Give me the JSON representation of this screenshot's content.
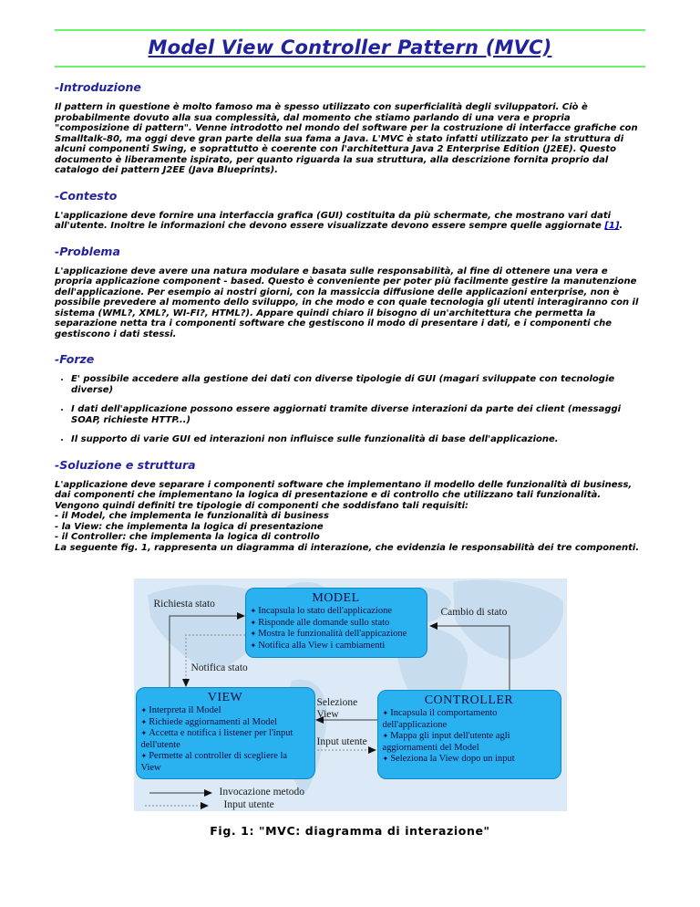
{
  "title": "Model View Controller Pattern (MVC)",
  "colors": {
    "heading_navy": "#22229e",
    "rule_green": "#68f768",
    "link_blue": "#0000cc",
    "box_cyan": "#29b2ef",
    "diagram_bg": "#dbeaf6"
  },
  "sections": {
    "introduzione": {
      "heading": "-Introduzione",
      "body": "Il pattern in questione è molto famoso ma è spesso utilizzato con superficialità degli sviluppatori. Ciò è probabilmente dovuto alla sua complessità, dal momento che stiamo parlando di una vera e propria \"composizione di pattern\". Venne introdotto nel mondo del software per la costruzione di interfacce grafiche con Smalltalk-80, ma oggi deve gran parte della sua fama a Java. L'MVC è stato infatti utilizzato per la struttura di alcuni componenti Swing, e soprattutto è coerente con l'architettura Java 2 Enterprise Edition (J2EE). Questo documento è liberamente ispirato, per quanto riguarda la sua struttura, alla descrizione fornita proprio dal catalogo dei pattern J2EE (Java Blueprints)."
    },
    "contesto": {
      "heading": "-Contesto",
      "body_start": "L'applicazione deve fornire una interfaccia grafica (GUI) costituita da più schermate, che mostrano vari dati all'utente. Inoltre le informazioni che devono essere visualizzate devono essere sempre quelle aggiornate ",
      "link_label": "[1]",
      "body_end": "."
    },
    "problema": {
      "heading": "-Problema",
      "body": "L'applicazione deve avere una natura modulare e basata sulle responsabilità, al fine di ottenere una vera e propria applicazione component - based. Questo è conveniente per poter più facilmente gestire la manutenzione dell'applicazione. Per esempio ai nostri giorni, con la massiccia diffusione delle applicazioni enterprise, non è possibile prevedere al momento dello sviluppo, in che modo e con quale tecnologia gli utenti interagiranno con il sistema (WML?, XML?, WI-FI?, HTML?). Appare quindi chiaro il bisogno di un'architettura che permetta la separazione netta tra i componenti software che gestiscono il modo di presentare i dati, e i componenti che gestiscono i dati stessi."
    },
    "forze": {
      "heading": "-Forze",
      "bullets": [
        "E' possibile accedere alla gestione dei dati con diverse tipologie di GUI (magari sviluppate con tecnologie diverse)",
        "I dati dell'applicazione possono essere aggiornati tramite diverse interazioni da parte dei client (messaggi SOAP, richieste HTTP...)",
        "Il supporto di varie GUI ed interazioni non influisce sulle funzionalità di base dell'applicazione."
      ]
    },
    "soluzione": {
      "heading": "-Soluzione e struttura",
      "body": "L'applicazione deve separare i componenti software che implementano il modello delle funzionalità di business, dai componenti che implementano la logica di presentazione e di controllo che utilizzano tali funzionalità. Vengono quindi definiti tre tipologie di componenti che soddisfano tali requisiti:\n- il Model, che implementa le funzionalità di business\n- la View: che implementa la logica di presentazione\n- il Controller: che implementa la logica di controllo\nLa seguente fig. 1, rappresenta un diagramma di interazione, che evidenzia le responsabilità dei tre componenti."
    }
  },
  "figure": {
    "caption": "Fig. 1: \"MVC: diagramma di interazione\"",
    "model": {
      "title": "MODEL",
      "bullets": [
        "Incapsula lo stato dell'applicazione",
        "Risponde alle domande sullo stato",
        "Mostra le funzionalità dell'appicazione",
        "Notifica alla View i cambiamenti"
      ]
    },
    "view": {
      "title": "VIEW",
      "bullets": [
        "Interpreta il Model",
        "Richiede aggiornamenti al Model",
        "Accetta e notifica i listener per l'input dell'utente",
        "Permette al controller di scegliere la View"
      ]
    },
    "controller": {
      "title": "CONTROLLER",
      "bullets": [
        "Incapsula il comportamento dell'applicazione",
        "Mappa gli input dell'utente agli aggiornamenti del Model",
        "Seleziona la View dopo un input"
      ]
    },
    "labels": {
      "richiesta_stato": "Richiesta stato",
      "cambio_di_stato": "Cambio di stato",
      "notifica_stato": "Notifica stato",
      "selezione_view": "Selezione\nView",
      "input_utente": "Input utente"
    },
    "legend": {
      "solid": "Invocazione metodo",
      "dashed": "Input utente"
    }
  }
}
